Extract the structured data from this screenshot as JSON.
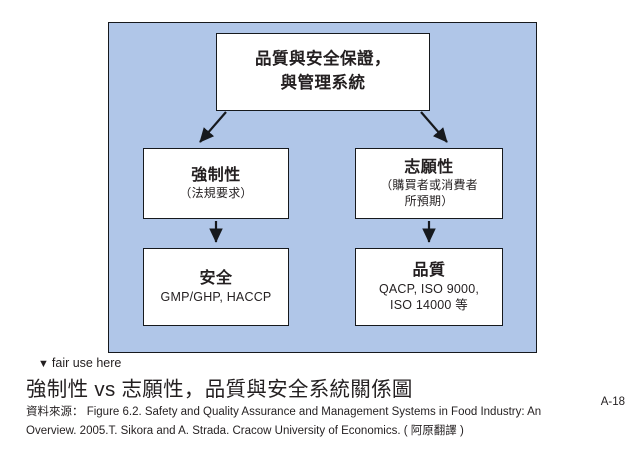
{
  "slide": {
    "page_number": "A-18",
    "title": "強制性 vs 志願性，品質與安全系統關係圖",
    "fair_use_note": "fair use here",
    "fair_use_marker": "▼",
    "source_line_1": "資料來源： Figure 6.2. Safety and Quality Assurance and Management Systems in Food Industry: An",
    "source_line_2": "Overview. 2005.T. Sikora and A. Strada. Cracow University of Economics. ( 阿原翻譯 )"
  },
  "colors": {
    "panel_background": "#b0c6e8",
    "box_background": "#ffffff",
    "line": "#16191d",
    "text": "#231f20"
  },
  "diagram": {
    "type": "flowchart",
    "nodes": [
      {
        "id": "root",
        "title": "品質與安全保證，",
        "title_line2": "與管理系統",
        "subtitle": ""
      },
      {
        "id": "mandatory",
        "title": "強制性",
        "subtitle": "（法規要求）",
        "subtitle_line2": ""
      },
      {
        "id": "voluntary",
        "title": "志願性",
        "subtitle": "（購買者或消費者",
        "subtitle_line2": "所預期）"
      },
      {
        "id": "safety",
        "title": "安全",
        "subtitle": "GMP/GHP, HACCP",
        "subtitle_line2": ""
      },
      {
        "id": "quality",
        "title": "品質",
        "subtitle": "QACP, ISO 9000,",
        "subtitle_line2": "ISO 14000  等"
      }
    ],
    "edges": [
      {
        "from": "root",
        "to": "mandatory",
        "style": "diagonal-arrow"
      },
      {
        "from": "root",
        "to": "voluntary",
        "style": "diagonal-arrow"
      },
      {
        "from": "mandatory",
        "to": "safety",
        "style": "vertical-arrow"
      },
      {
        "from": "voluntary",
        "to": "quality",
        "style": "vertical-arrow"
      }
    ]
  }
}
